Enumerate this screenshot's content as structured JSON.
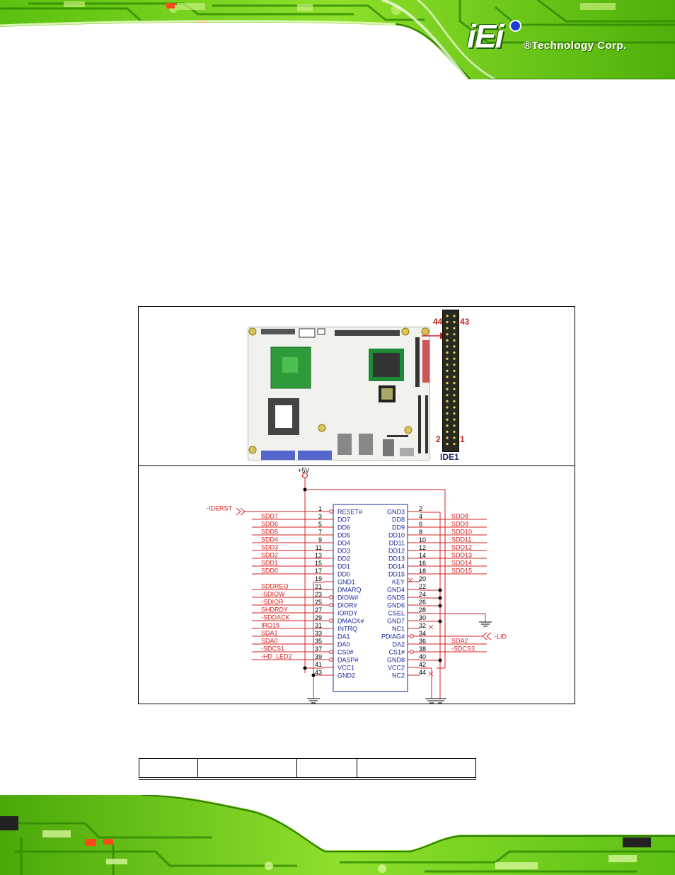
{
  "header": {
    "logo_mark": "iEi",
    "logo_text": "®Technology Corp."
  },
  "colors": {
    "pcb_green": "#7ad21a",
    "pcb_dark": "#2e7a00",
    "signal_red": "#d42020",
    "ic_blue": "#1a2a9a"
  },
  "figure": {
    "board_view": {
      "connector_label": "IDE1",
      "pin_labels": {
        "top_left": "44",
        "top_right": "43",
        "bottom_left": "2",
        "bottom_right": "1"
      }
    },
    "schematic": {
      "power_label": "+5V",
      "left_pins": [
        {
          "num": "1",
          "name": "RESET#",
          "net": "-IDERST"
        },
        {
          "num": "3",
          "name": "DD7",
          "net": "SDD7"
        },
        {
          "num": "5",
          "name": "DD6",
          "net": "SDD6"
        },
        {
          "num": "7",
          "name": "DD5",
          "net": "SDD5"
        },
        {
          "num": "9",
          "name": "DD4",
          "net": "SDD4"
        },
        {
          "num": "11",
          "name": "DD3",
          "net": "SDD3"
        },
        {
          "num": "13",
          "name": "DD2",
          "net": "SDD2"
        },
        {
          "num": "15",
          "name": "DD1",
          "net": "SDD1"
        },
        {
          "num": "17",
          "name": "DD0",
          "net": "SDD0"
        },
        {
          "num": "19",
          "name": "GND1",
          "net": ""
        },
        {
          "num": "21",
          "name": "DMARQ",
          "net": "SDDREQ"
        },
        {
          "num": "23",
          "name": "DIOW#",
          "net": "-SDIOW"
        },
        {
          "num": "25",
          "name": "DIOR#",
          "net": "-SDIOR"
        },
        {
          "num": "27",
          "name": "IORDY",
          "net": "SHDRDY"
        },
        {
          "num": "29",
          "name": "DMACK#",
          "net": "-SDDACK"
        },
        {
          "num": "31",
          "name": "INTRQ",
          "net": "IRQ15"
        },
        {
          "num": "33",
          "name": "DA1",
          "net": "SDA1"
        },
        {
          "num": "35",
          "name": "DA0",
          "net": "SDA0"
        },
        {
          "num": "37",
          "name": "CS0#",
          "net": "-SDCS1"
        },
        {
          "num": "39",
          "name": "DASP#",
          "net": "-HD_LED2"
        },
        {
          "num": "41",
          "name": "VCC1",
          "net": ""
        },
        {
          "num": "43",
          "name": "GND2",
          "net": ""
        }
      ],
      "right_pins": [
        {
          "num": "2",
          "name": "GND3",
          "net": ""
        },
        {
          "num": "4",
          "name": "DD8",
          "net": "SDD8"
        },
        {
          "num": "6",
          "name": "DD9",
          "net": "SDD9"
        },
        {
          "num": "8",
          "name": "DD10",
          "net": "SDD10"
        },
        {
          "num": "10",
          "name": "DD11",
          "net": "SDD11"
        },
        {
          "num": "12",
          "name": "DD12",
          "net": "SDD12"
        },
        {
          "num": "14",
          "name": "DD13",
          "net": "SDD13"
        },
        {
          "num": "16",
          "name": "DD14",
          "net": "SDD14"
        },
        {
          "num": "18",
          "name": "DD15",
          "net": "SDD15"
        },
        {
          "num": "20",
          "name": "KEY",
          "net": ""
        },
        {
          "num": "22",
          "name": "GND4",
          "net": ""
        },
        {
          "num": "24",
          "name": "GND5",
          "net": ""
        },
        {
          "num": "26",
          "name": "GND6",
          "net": ""
        },
        {
          "num": "28",
          "name": "CSEL",
          "net": ""
        },
        {
          "num": "30",
          "name": "GND7",
          "net": ""
        },
        {
          "num": "32",
          "name": "NC1",
          "net": ""
        },
        {
          "num": "34",
          "name": "PDIAG#",
          "net": "-LID"
        },
        {
          "num": "36",
          "name": "DA2",
          "net": "SDA2"
        },
        {
          "num": "38",
          "name": "CS1#",
          "net": "-SDCS3"
        },
        {
          "num": "40",
          "name": "GND8",
          "net": ""
        },
        {
          "num": "42",
          "name": "VCC2",
          "net": ""
        },
        {
          "num": "44",
          "name": "NC2",
          "net": ""
        }
      ]
    }
  },
  "pin_table": {
    "cells": [
      "",
      "",
      "",
      ""
    ]
  }
}
